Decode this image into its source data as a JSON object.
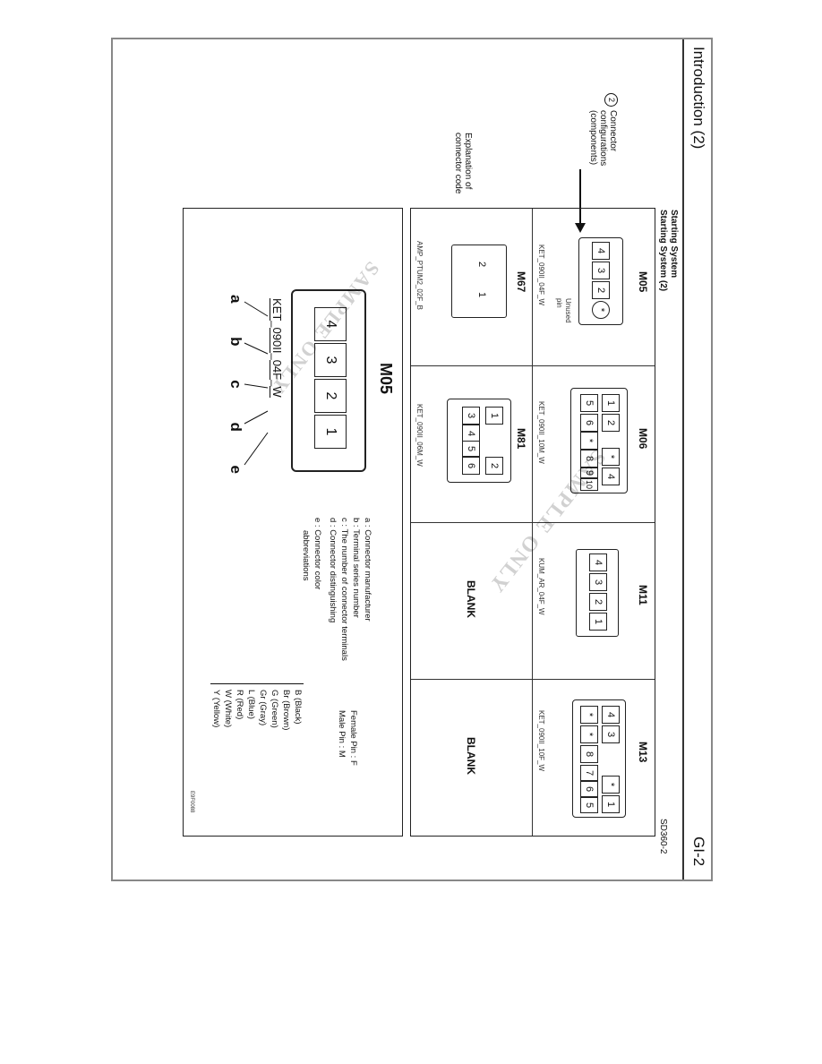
{
  "header": {
    "title": "Introduction (2)",
    "page": "GI-2"
  },
  "callouts": {
    "connector_config": [
      "Connector",
      "configurations",
      "(components)"
    ],
    "connector_config_number": "2",
    "explanation": [
      "Explanation of",
      "connector code"
    ]
  },
  "top_panel": {
    "section": "Starting System",
    "subsection": "Starting System (2)",
    "diagram_id": "SD360-2",
    "connectors": [
      {
        "name": "M05",
        "code": "KET_090II_04F_W",
        "pins": [
          "4",
          "3",
          "2",
          "*"
        ],
        "note": [
          "Unused",
          "pin"
        ]
      },
      {
        "name": "M06",
        "code": "KET_090II_10M_W",
        "pins": [
          "1",
          "2",
          "*",
          "4",
          "5",
          "6",
          "*",
          "8",
          "9",
          "10"
        ]
      },
      {
        "name": "M11",
        "code": "KUM_AR_04F_W",
        "pins": [
          "4",
          "3",
          "2",
          "1"
        ]
      },
      {
        "name": "M13",
        "code": "KET_090II_10F_W",
        "pins": [
          "4",
          "3",
          "*",
          "1",
          "*",
          "*",
          "8",
          "7",
          "6",
          "5"
        ]
      },
      {
        "name": "M67",
        "code": "AMP_PTUM2_02F_B",
        "pins": [
          "2",
          "1"
        ]
      },
      {
        "name": "M81",
        "code": "KET_090II_06M_W",
        "pins": [
          "1",
          "2",
          "3",
          "4",
          "5",
          "6"
        ]
      },
      {
        "name": "BLANK"
      },
      {
        "name": "BLANK"
      }
    ],
    "watermark": "SAMPLE ONLY"
  },
  "bottom_panel": {
    "connector": "M05",
    "code_parts": [
      "KET",
      "090II",
      "04F",
      "W"
    ],
    "pins": [
      "4",
      "3",
      "2",
      "1"
    ],
    "letters": [
      "a",
      "b",
      "c",
      "d",
      "e"
    ],
    "watermark": "SAMPLE ONLY",
    "figure_id": "E9F0088",
    "explanations": [
      "a : Connector manufacturer",
      "b : Terminal series number",
      "c : The number of connector terminals",
      "d : Connector distinguishing"
    ],
    "pin_types": [
      "Female Pin : F",
      "Male Pin : M"
    ],
    "color_title": [
      "e : Connector color",
      "abbreviations"
    ],
    "colors": [
      "B (Black)",
      "Br (Brown)",
      "G (Green)",
      "Gr (Gray)",
      "L (Blue)",
      "R (Red)",
      "W (White)",
      "Y (Yellow)"
    ]
  }
}
